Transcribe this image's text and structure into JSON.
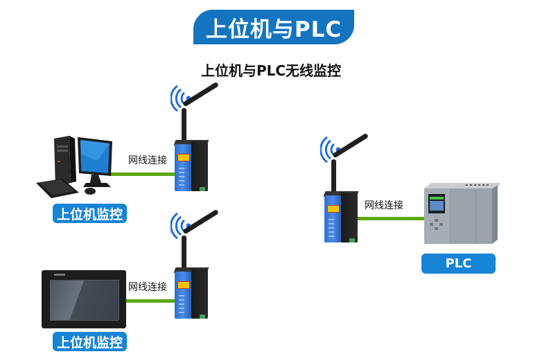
{
  "title": "上位机与PLC",
  "subtitle": "上位机与PLC无线监控",
  "colors": {
    "title_bg": "#1474c0",
    "label_bg": "#1784d6",
    "cable": "#5aa80e",
    "wifi": "#1f6fd8",
    "router_front": "#3b7fe0"
  },
  "nodes": {
    "pc_top": {
      "label": "上位机监控",
      "icon": "desktop-computer-icon"
    },
    "hmi_bottom": {
      "label": "上位机监控",
      "icon": "touch-panel-icon"
    },
    "plc": {
      "label": "PLC",
      "icon": "plc-controller-icon"
    },
    "routers": [
      {
        "icon": "wireless-router-icon"
      },
      {
        "icon": "wireless-router-icon"
      },
      {
        "icon": "wireless-router-icon"
      }
    ]
  },
  "connections": [
    {
      "from": "pc_top",
      "to": "router_1",
      "label": "网线连接"
    },
    {
      "from": "hmi_bottom",
      "to": "router_2",
      "label": "网线连接"
    },
    {
      "from": "router_3",
      "to": "plc",
      "label": "网线连接"
    }
  ]
}
